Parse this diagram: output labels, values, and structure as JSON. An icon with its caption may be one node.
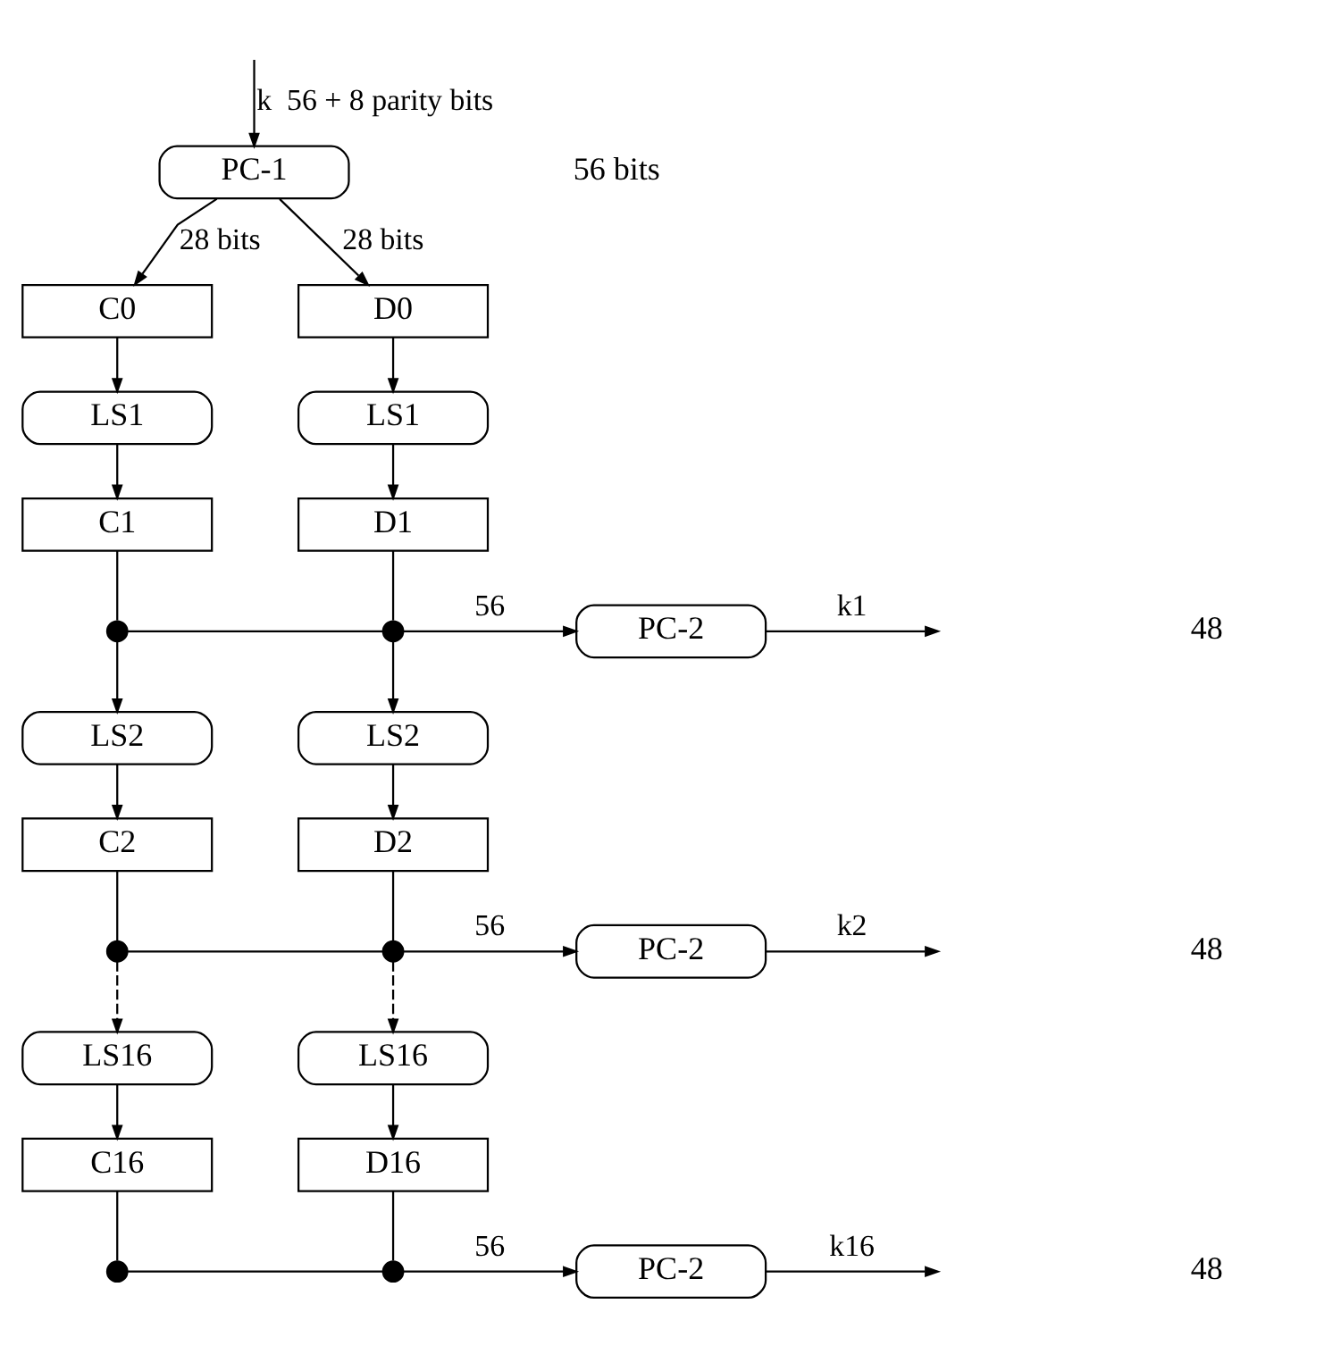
{
  "diagram": {
    "nodes": [
      {
        "text": [
          "PC-1"
        ]
      },
      {
        "text": [
          "C0"
        ]
      },
      {
        "text": [
          "D0"
        ]
      },
      {
        "text": [
          "LS1"
        ]
      },
      {
        "text": [
          "LS1"
        ]
      },
      {
        "text": [
          "C1"
        ]
      },
      {
        "text": [
          "D1"
        ]
      },
      {
        "text": [],
        "shape": "circle"
      },
      {
        "text": [],
        "shape": "circle"
      },
      {
        "text": [
          "PC-2"
        ]
      },
      {
        "text": [
          "LS2"
        ]
      },
      {
        "text": [
          "LS2"
        ]
      },
      {
        "text": [
          "C2"
        ]
      },
      {
        "text": [
          "D2"
        ]
      },
      {
        "text": [],
        "shape": "circle"
      },
      {
        "text": [],
        "shape": "circle"
      },
      {
        "text": [
          "PC-2"
        ]
      },
      {
        "text": [
          "LS16"
        ]
      },
      {
        "text": [
          "LS16"
        ]
      },
      {
        "text": [
          "C16"
        ]
      },
      {
        "text": [
          "D16"
        ]
      },
      {
        "text": [],
        "shape": "circle"
      },
      {
        "text": [],
        "shape": "circle"
      },
      {
        "text": [
          "PC-2"
        ]
      }
    ],
    "edges": [
      {
        "from": null,
        "to": 0,
        "arrow": "to",
        "label": "k  56 + 8 parity bits"
      },
      {
        "from": 0,
        "to": 1,
        "arrow": "to",
        "label": "28 bits"
      },
      {
        "from": 0,
        "to": 2,
        "arrow": "to",
        "label": "28 bits"
      },
      {
        "from": 1,
        "to": 3,
        "arrow": "to"
      },
      {
        "from": 2,
        "to": 4,
        "arrow": "to"
      },
      {
        "from": 3,
        "to": 5,
        "arrow": "to"
      },
      {
        "from": 4,
        "to": 6,
        "arrow": "to"
      },
      {
        "from": 5,
        "to": 7,
        "arrow": "none"
      },
      {
        "from": 6,
        "to": 8,
        "arrow": "none"
      },
      {
        "from": 7,
        "to": 8,
        "arrow": "none"
      },
      {
        "from": 8,
        "to": 9,
        "arrow": "to",
        "label": "56"
      },
      {
        "from": 9,
        "to": null,
        "arrow": "to",
        "label": "k1"
      },
      {
        "from": 7,
        "to": 10,
        "arrow": "to"
      },
      {
        "from": 8,
        "to": 11,
        "arrow": "to"
      },
      {
        "from": 10,
        "to": 12,
        "arrow": "to"
      },
      {
        "from": 11,
        "to": 13,
        "arrow": "to"
      },
      {
        "from": 12,
        "to": 14,
        "arrow": "none"
      },
      {
        "from": 13,
        "to": 15,
        "arrow": "none"
      },
      {
        "from": 14,
        "to": 15,
        "arrow": "none"
      },
      {
        "from": 15,
        "to": 16,
        "arrow": "to",
        "label": "56"
      },
      {
        "from": 16,
        "to": null,
        "arrow": "to",
        "label": "k2"
      },
      {
        "from": 14,
        "to": 17,
        "arrow": "to",
        "style": "dashed"
      },
      {
        "from": 15,
        "to": 18,
        "arrow": "to",
        "style": "dashed"
      },
      {
        "from": 17,
        "to": 19,
        "arrow": "to"
      },
      {
        "from": 18,
        "to": 20,
        "arrow": "to"
      },
      {
        "from": 19,
        "to": 21,
        "arrow": "none"
      },
      {
        "from": 20,
        "to": 22,
        "arrow": "none"
      },
      {
        "from": 21,
        "to": 22,
        "arrow": "none"
      },
      {
        "from": 22,
        "to": 23,
        "arrow": "to",
        "label": "56"
      },
      {
        "from": 23,
        "to": null,
        "arrow": "to",
        "label": "k16"
      }
    ],
    "labels": [
      "56 bits",
      "48",
      "48",
      "48"
    ]
  }
}
